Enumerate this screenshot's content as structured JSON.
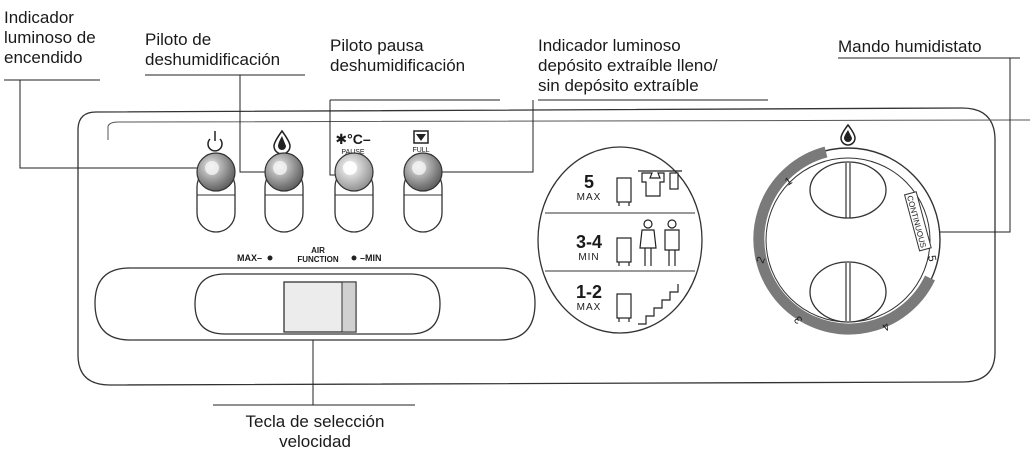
{
  "callouts": {
    "power_indicator": [
      "Indicador",
      "luminoso de",
      "encendido"
    ],
    "dehum_light": [
      "Piloto de",
      "deshumidificación"
    ],
    "pause_light": [
      "Piloto pausa",
      "deshumidificación"
    ],
    "tank_indicator": [
      "Indicador luminoso",
      "depósito extraíble lleno/",
      "sin depósito extraíble"
    ],
    "humidistat": [
      "Mando humidistato"
    ],
    "speed_key": [
      "Tecla de selección",
      "velocidad"
    ]
  },
  "panel": {
    "pause_symbol": "✱°C–",
    "pause_label": "PAUSE",
    "full_label": "FULL",
    "air_label": "AIR",
    "function_label": "FUNCTION",
    "max_label": "MAX–",
    "min_label": "–MIN",
    "settings": [
      {
        "big": "5",
        "small": "MAX"
      },
      {
        "big": "3-4",
        "small": "MIN"
      },
      {
        "big": "1-2",
        "small": "MAX"
      }
    ],
    "dial_numbers": [
      "1",
      "2",
      "3",
      "4",
      "5"
    ],
    "dial_continuous": "CONTINUOUS"
  }
}
